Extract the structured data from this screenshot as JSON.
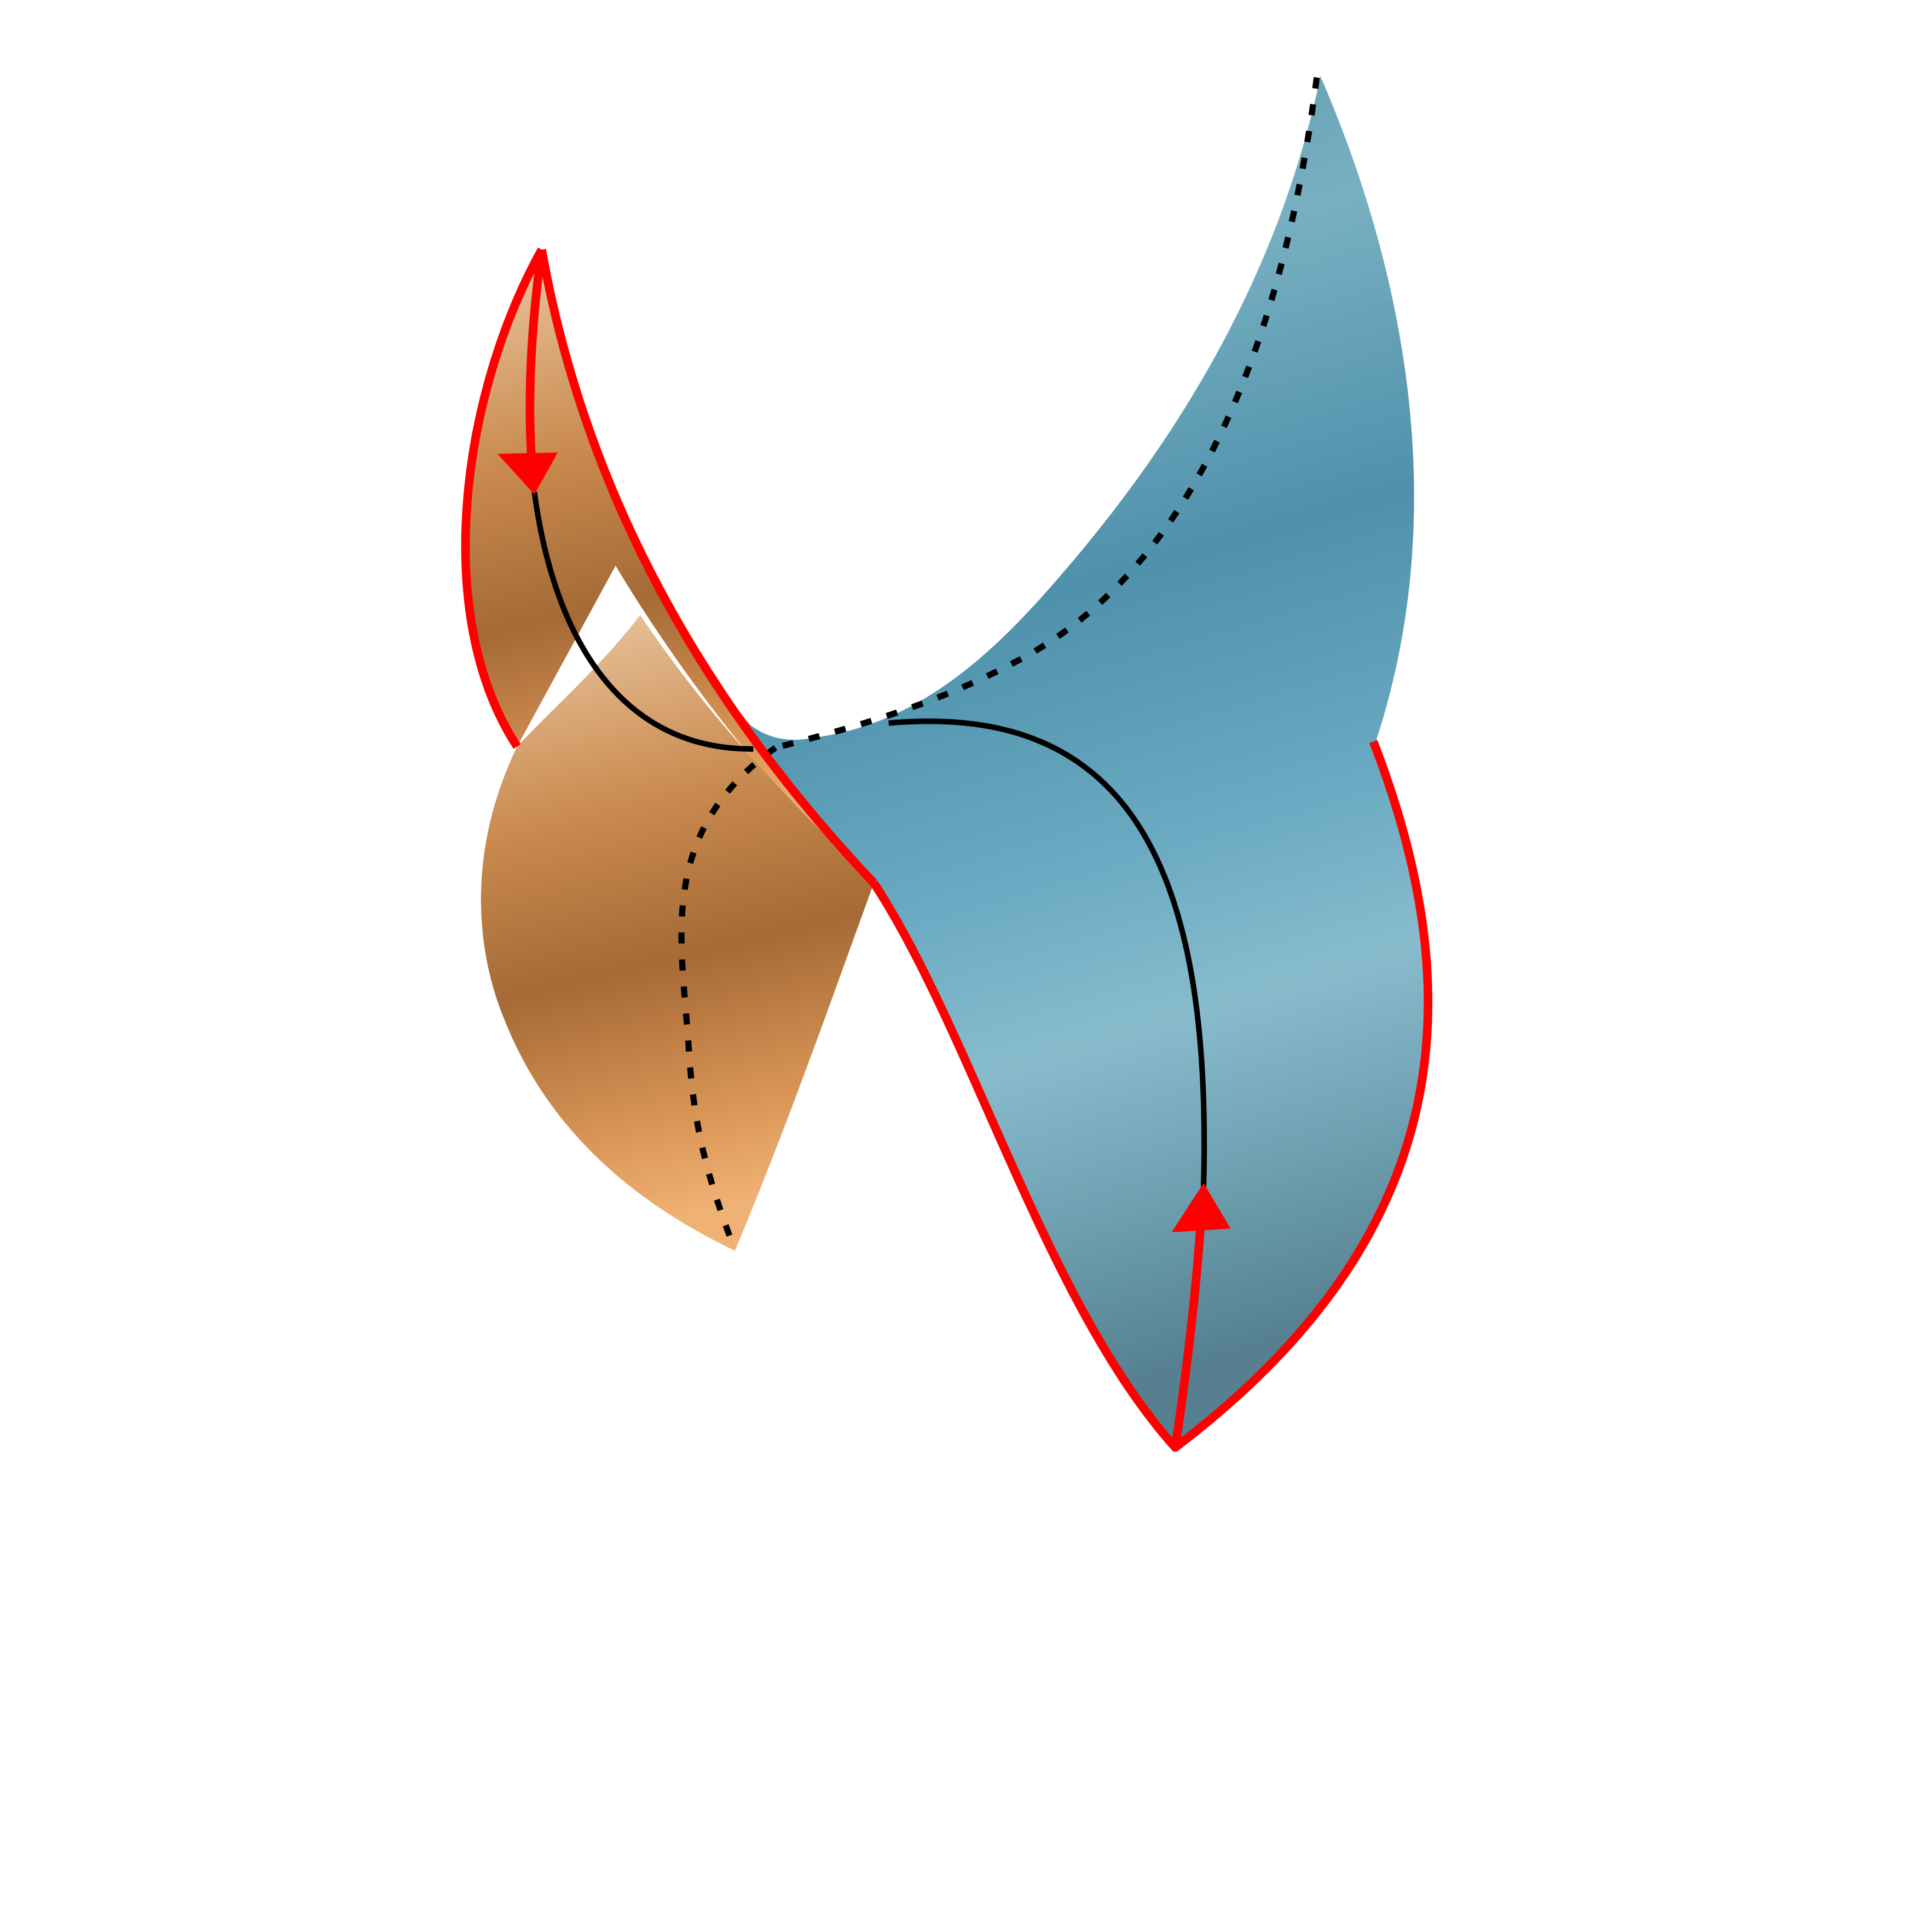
{
  "figure": {
    "colors": {
      "background": "#ffffff",
      "orange_light": "#f0b174",
      "orange_mid": "#c98a4e",
      "orange_dark": "#a56a36",
      "orange_top": "#ecc9a3",
      "blue_light": "#86bacc",
      "blue_mid": "#5a9fb8",
      "blue_dark": "#4f8fa8",
      "blue_bottom": "#5a8796",
      "boundary_red": "#ff0000",
      "path_black": "#000000"
    },
    "surface_sheets": [
      {
        "name": "orange-sheet",
        "role": "back sheet"
      },
      {
        "name": "blue-sheet",
        "role": "front sheet"
      }
    ],
    "boundary_curves": {
      "color_name": "red",
      "count": 4
    },
    "arrows": [
      {
        "name": "upper-left-arrow",
        "direction": "down"
      },
      {
        "name": "lower-right-arrow",
        "direction": "up"
      }
    ],
    "paths": [
      {
        "name": "solid-path",
        "style": "solid"
      },
      {
        "name": "dotted-path-back",
        "style": "dotted"
      },
      {
        "name": "dotted-path-left",
        "style": "dotted"
      }
    ]
  }
}
